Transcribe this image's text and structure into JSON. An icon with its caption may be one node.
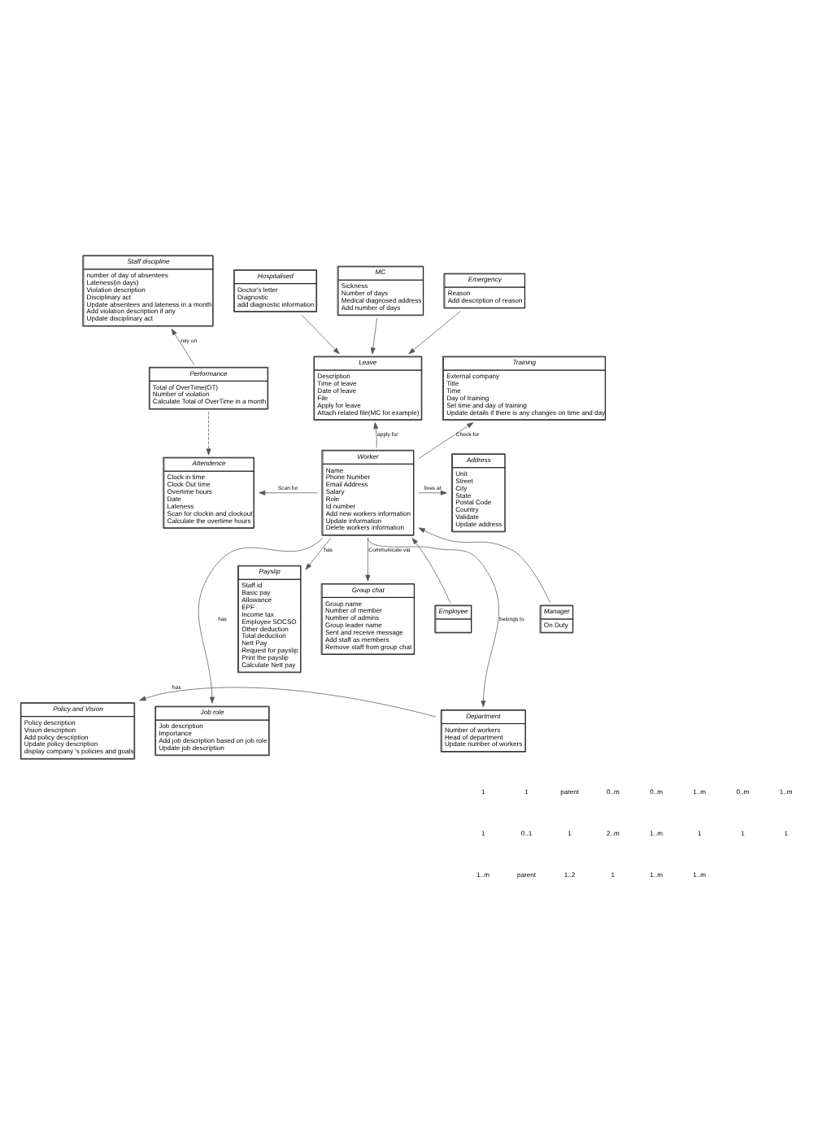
{
  "diagram": {
    "nodes": [
      {
        "text": [
          "Staff discipline",
          "number of day of absentees",
          "Lateness(in days)",
          "Violation description",
          "Disciplinary act",
          "Update absentees and lateness in a month",
          "Add violation description if any",
          "Update disciplinary act"
        ]
      },
      {
        "text": [
          "Emergency",
          "Reason",
          "Add description of reason"
        ]
      },
      {
        "text": [
          "Hospitalised",
          "Doctor's letter",
          "Diagnostic",
          "add diagnostic information"
        ]
      },
      {
        "text": [
          "MC",
          "Sickness",
          "Number of days",
          "Medical diagnosed address",
          "Add number of days"
        ]
      },
      {
        "text": [
          "Performance",
          "Total of OverTime(OT)",
          "Number of violation",
          "Calculate Total of OverTime in a month"
        ]
      },
      {
        "text": [
          "Leave",
          "Description",
          "Time of leave",
          "Date of leave",
          "File",
          "Apply for leave",
          "Attach related file(MC for example)"
        ]
      },
      {
        "text": [
          "Training",
          "External company",
          "Title",
          "Time",
          "Day of training",
          "Set time and day of training",
          "Update details if there is any changes on time and day"
        ]
      },
      {
        "text": [
          "Attendence",
          "Clock in time",
          "Clock Out time",
          "Overtime hours",
          "Date",
          "Lateness",
          "Scan for clockin and clockout",
          "Calculate the overtime hours"
        ]
      },
      {
        "text": [
          "Worker",
          "Name",
          "Phone Number",
          "Email Address",
          "Salary",
          "Role",
          "Id number",
          "Add new workers information",
          "Update information",
          "Delete workers information"
        ]
      },
      {
        "text": [
          "Address",
          "Unit",
          "Street",
          "City",
          "State",
          "Postal Code",
          "Country",
          "Validate",
          "Update address"
        ]
      },
      {
        "text": [
          "Payslip",
          "Staff id",
          "Basic pay",
          "Allowance",
          "EPF",
          "Income tax",
          "Employee SOCSO",
          "Other deduction",
          "Total deduction",
          "Nett Pay",
          "Request for payslip",
          "Print the payslip",
          "Calculate Nett pay"
        ]
      },
      {
        "text": [
          "Group chat",
          "Group name",
          "Number of member",
          "Number of admins",
          "Group leader name",
          "Sent and receive message",
          "Add staff as members",
          "Remove staff from group chat"
        ]
      },
      {
        "text": [
          "Manager",
          "On Duty"
        ]
      },
      {
        "text": [
          "Employee"
        ]
      },
      {
        "text": [
          "Job role",
          "Job description",
          "Importance",
          "Add job description based on job role",
          "Update job description"
        ]
      },
      {
        "text": [
          "Department",
          "Number of workers",
          "Head of department",
          "Update number of workers"
        ]
      },
      {
        "text": [
          "Policy and Vision",
          "Policy description",
          "Vision description",
          "Add policy description",
          "Update policy description",
          "display company 's policies and goals"
        ]
      }
    ],
    "edges": [
      {
        "from": 4,
        "to": 0,
        "arrow": "to",
        "label": "rely on"
      },
      {
        "from": 1,
        "to": 5,
        "arrow": "to"
      },
      {
        "from": 2,
        "to": 5,
        "arrow": "to"
      },
      {
        "from": 3,
        "to": 5,
        "arrow": "to"
      },
      {
        "from": 4,
        "to": 7,
        "arrow": "to",
        "style": "dashed"
      },
      {
        "from": 8,
        "to": 5,
        "arrow": "to",
        "label": "apply for"
      },
      {
        "from": 8,
        "to": 6,
        "arrow": "to",
        "label": "Check for"
      },
      {
        "from": 8,
        "to": 7,
        "arrow": "to",
        "label": "Scan for"
      },
      {
        "from": 8,
        "to": 9,
        "arrow": "to",
        "label": "lives at"
      },
      {
        "from": 8,
        "to": 10,
        "arrow": "to",
        "label": "has"
      },
      {
        "from": 8,
        "to": 11,
        "arrow": "to",
        "label": "Communicate via"
      },
      {
        "from": 12,
        "to": 8,
        "arrow": "to"
      },
      {
        "from": 13,
        "to": 8,
        "arrow": "to"
      },
      {
        "from": 8,
        "to": 14,
        "arrow": "to",
        "label": "has"
      },
      {
        "from": 8,
        "to": 15,
        "arrow": "to",
        "label": "belongs to"
      },
      {
        "from": 15,
        "to": 16,
        "arrow": "to",
        "label": "has"
      }
    ],
    "labels": [
      "1",
      "1",
      "parent",
      "0..m",
      "0..m",
      "1..m",
      "0..m",
      "1..m",
      "1",
      "0..1",
      "1",
      "2..m",
      "1..m",
      "1",
      "1",
      "1",
      "1..m",
      "parent",
      "1..2",
      "1",
      "1..m",
      "1..m"
    ]
  }
}
